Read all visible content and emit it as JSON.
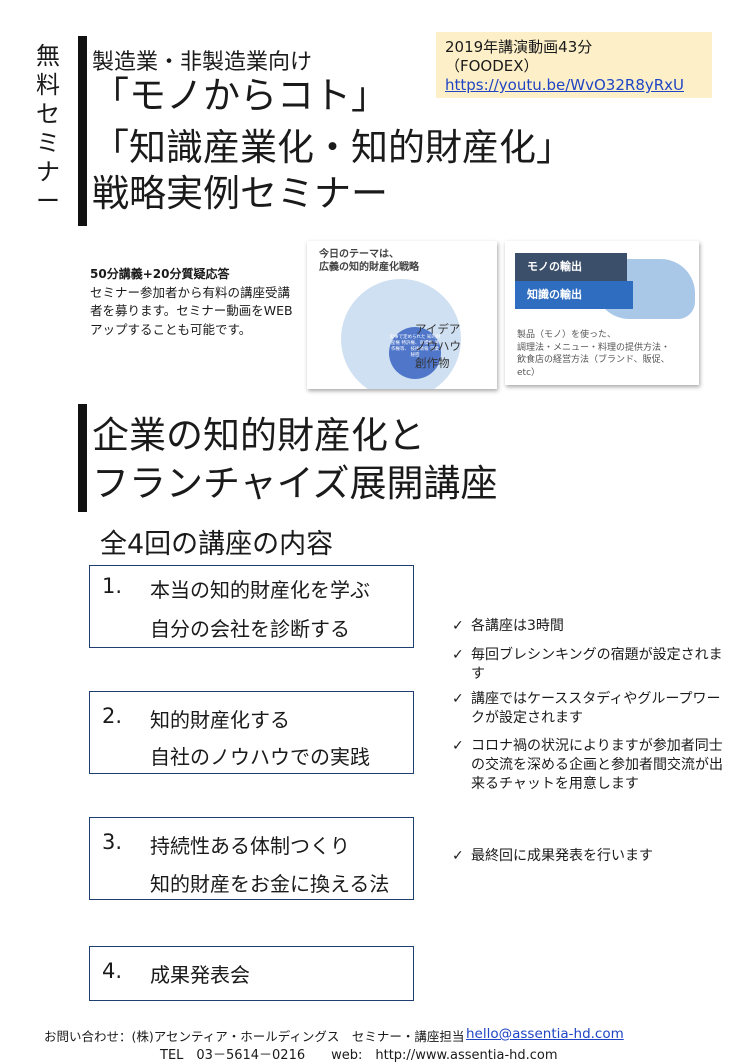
{
  "side_label": "無料セミナー",
  "header": {
    "subtitle": "製造業・非製造業向け",
    "line1": "「モノからコト」",
    "line2": "「知識産業化・知的財産化」",
    "line3": "戦略実例セミナー"
  },
  "video": {
    "line1": "2019年講演動画43分",
    "line2": "（FOODEX）",
    "url": "https://youtu.be/WvO32R8yRxU"
  },
  "intro": {
    "bold": "50分講義+20分質疑応答",
    "text": "セミナー参加者から有料の講座受講者を募ります。セミナー動画をWEBアップすることも可能です。"
  },
  "slide1": {
    "title_l1": "今日のテーマは、",
    "title_l2": "広義の知的財産化戦略",
    "inner": "実事で定められた 知的財産権 特許権、商標権 著作権等、 技術情報 営業秘密",
    "caption_l1": "アイデア",
    "caption_l2": "ノウハウ",
    "caption_l3": "創作物"
  },
  "slide2": {
    "arrow1": "モノの輸出",
    "arrow2": "知識の輸出",
    "cap_l1": "製品（モノ）を使った、",
    "cap_l2": "調理法・メニュー・料理の提供方法・",
    "cap_l3": "飲食店の経営方法（ブランド、販促、",
    "cap_l4": "etc）"
  },
  "main_title": {
    "line1": "企業の知的財産化と",
    "line2": "フランチャイズ展開講座"
  },
  "course_heading": "全4回の講座の内容",
  "courses": [
    {
      "num": "1.",
      "line1": "本当の知的財産化を学ぶ",
      "line2": "自分の会社を診断する"
    },
    {
      "num": "2.",
      "line1": "知的財産化する",
      "line2": "自社のノウハウでの実践"
    },
    {
      "num": "3.",
      "line1": "持続性ある体制つくり",
      "line2": "知的財産をお金に換える法"
    },
    {
      "num": "4.",
      "line1": "成果発表会",
      "line2": ""
    }
  ],
  "bullets": [
    "各講座は3時間",
    "毎回ブレシンキングの宿題が設定されます",
    "講座ではケーススタディやグループワークが設定されます",
    "コロナ禍の状況によりますが参加者同士の交流を深める企画と参加者間交流が出来るチャットを用意します",
    "最終回に成果発表を行います"
  ],
  "footer": {
    "contact": "お問い合わせ：(株)アセンティア・ホールディングス　セミナー・講座担当",
    "email": "hello@assentia-hd.com",
    "tel_web": "TEL　03－5614－0216　　web:　http://www.assentia-hd.com"
  }
}
